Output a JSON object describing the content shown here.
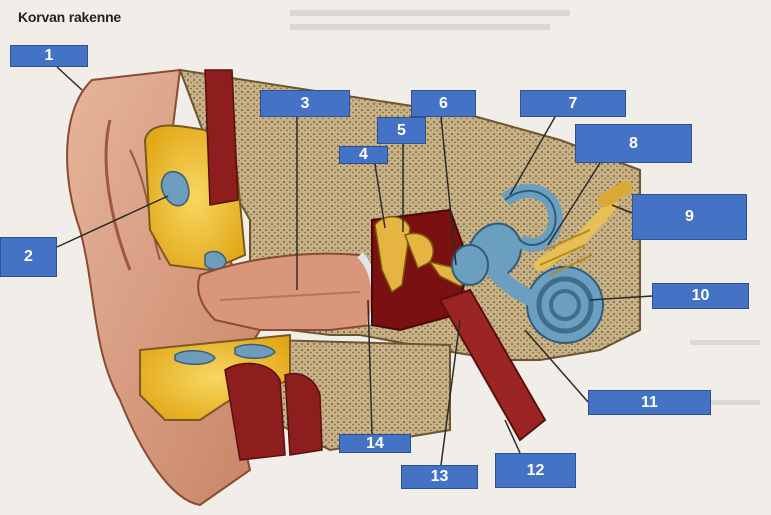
{
  "title": "Korvan rakenne",
  "labels": [
    "1",
    "2",
    "3",
    "4",
    "5",
    "6",
    "7",
    "8",
    "9",
    "10",
    "11",
    "12",
    "13",
    "14"
  ],
  "colors": {
    "label_fill": "#4472c4",
    "skin": "#e2a98f",
    "bone": "#c9b48a",
    "fat": "#f0c431",
    "muscle": "#8e1d1d",
    "inner_ear": "#6a9fc0",
    "nerve": "#e8bf55"
  }
}
